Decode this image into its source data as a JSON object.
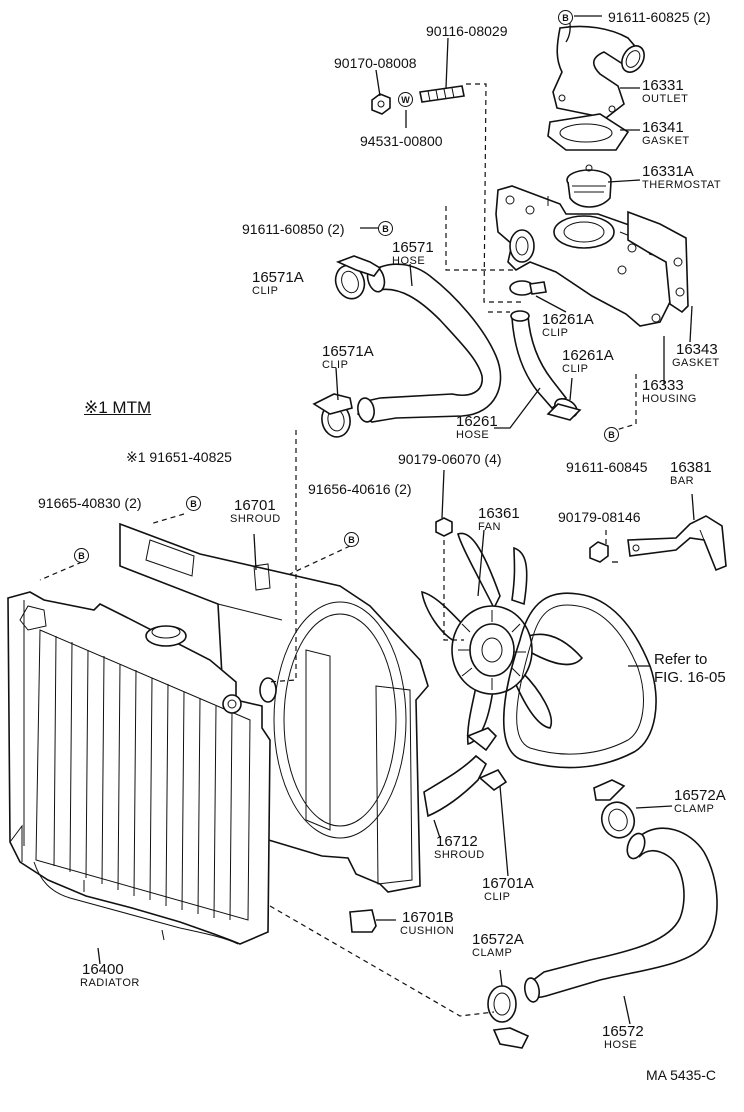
{
  "labels": {
    "p90116": "90116-08029",
    "p91611a": "91611-60825 (2)",
    "p90170": "90170-08008",
    "p16331": "16331",
    "p16331_sub": "OUTLET",
    "p94531": "94531-00800",
    "p16341": "16341",
    "p16341_sub": "GASKET",
    "p16331A": "16331A",
    "p16331A_sub": "THERMOSTAT",
    "p91611b": "91611-60850 (2)",
    "p16571": "16571",
    "p16571_sub": "HOSE",
    "p16571A1": "16571A",
    "p16571A1_sub": "CLIP",
    "p16261A1": "16261A",
    "p16261A1_sub": "CLIP",
    "p16261A2": "16261A",
    "p16261A2_sub": "CLIP",
    "p16343": "16343",
    "p16343_sub": "GASKET",
    "p16571A2": "16571A",
    "p16571A2_sub": "CLIP",
    "p16333": "16333",
    "p16333_sub": "HOUSING",
    "mtm": "※1 MTM",
    "p16261": "16261",
    "p16261_sub": "HOSE",
    "p91651": "※1 91651-40825",
    "p90179a": "90179-06070 (4)",
    "p91611c": "91611-60845",
    "p16381": "16381",
    "p16381_sub": "BAR",
    "p91665": "91665-40830 (2)",
    "p16701": "16701",
    "p16701_sub": "SHROUD",
    "p91656": "91656-40616 (2)",
    "p16361": "16361",
    "p16361_sub": "FAN",
    "p90179b": "90179-08146",
    "refer1": "Refer to",
    "refer2": "FIG. 16-05",
    "p16572A1": "16572A",
    "p16572A1_sub": "CLAMP",
    "p16712": "16712",
    "p16712_sub": "SHROUD",
    "p16701A": "16701A",
    "p16701A_sub": "CLIP",
    "p16701B": "16701B",
    "p16701B_sub": "CUSHION",
    "p16400": "16400",
    "p16400_sub": "RADIATOR",
    "p16572A2": "16572A",
    "p16572A2_sub": "CLAMP",
    "p16572": "16572",
    "p16572_sub": "HOSE",
    "footer": "MA  5435-C"
  },
  "markers": {
    "bolt": "B",
    "washer": "W"
  }
}
